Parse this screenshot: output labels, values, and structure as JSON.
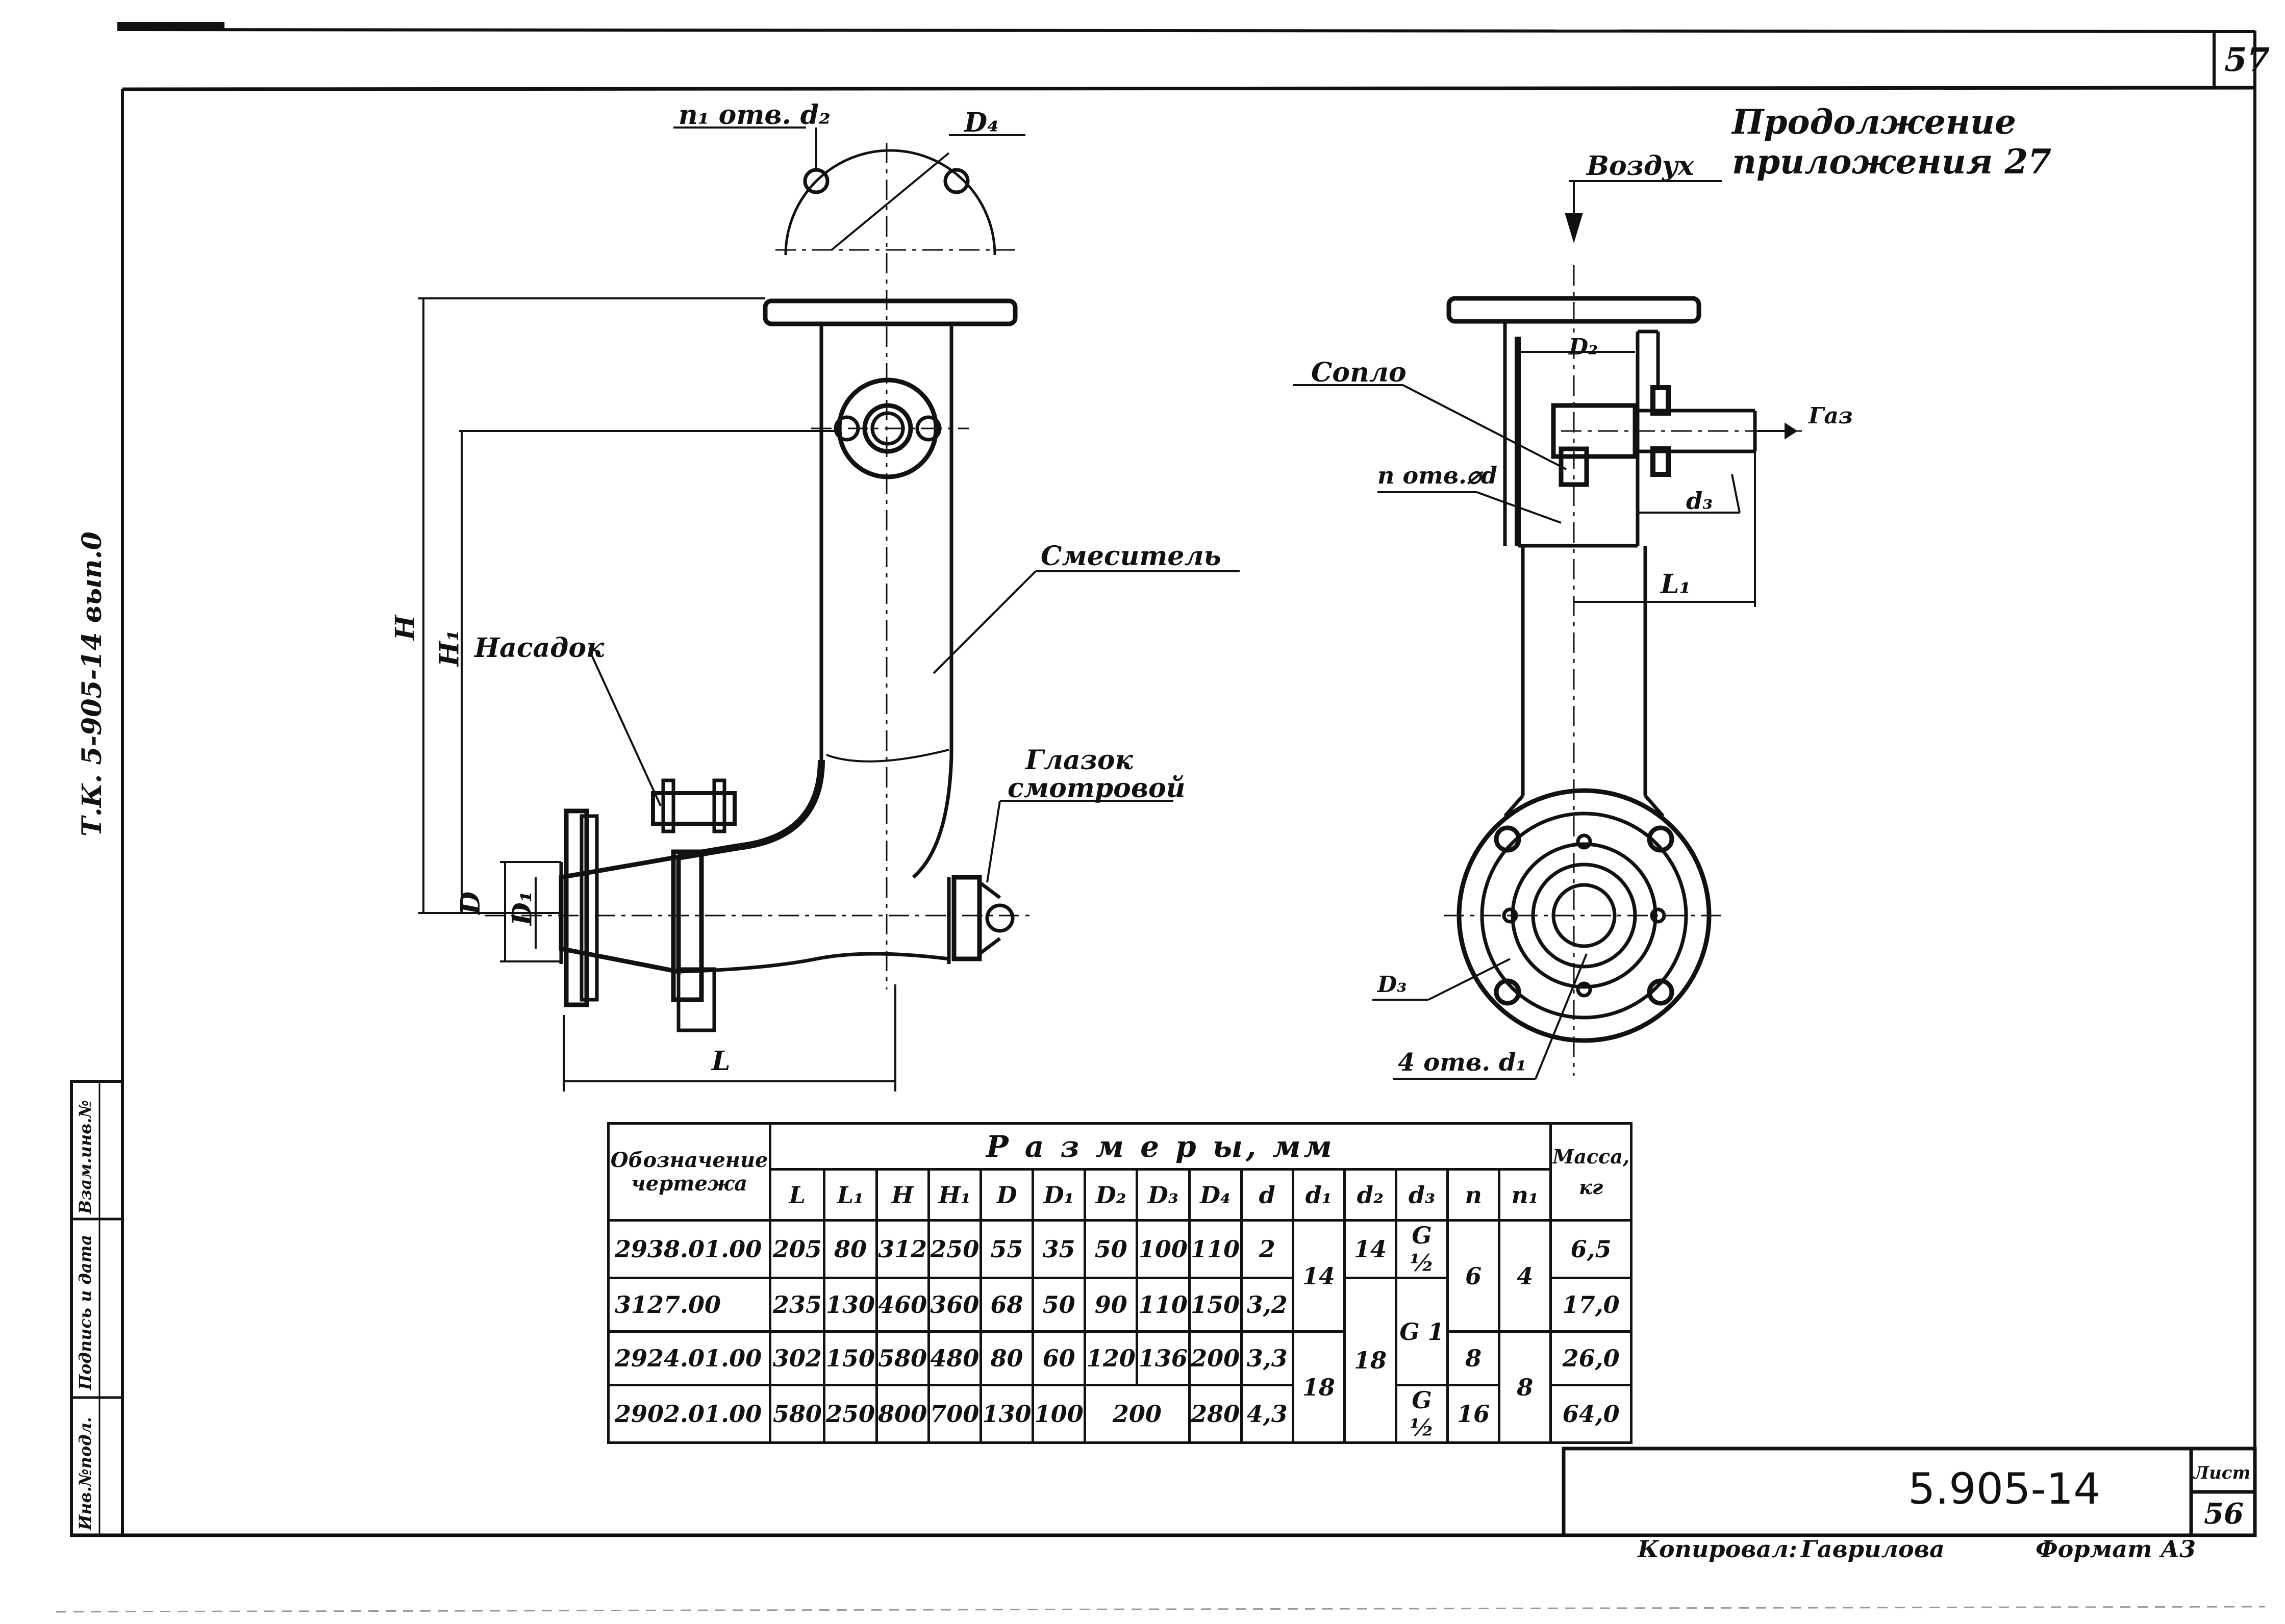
{
  "header": {
    "top_sheet": "57",
    "title": "Продолжение приложения 27"
  },
  "margin_text": "Т.К. 5-905-14  вып.0",
  "side_stamp": [
    "Инв.№подл.",
    "Подпись и дата",
    "Взам.инв.№"
  ],
  "labels": {
    "n1_holes": "n₁ отв. d₂",
    "d4": "D₄",
    "h": "H",
    "h1": "H₁",
    "nozzle": "Насадок",
    "mixer": "Смеситель",
    "sight_glass_1": "Глазок",
    "sight_glass_2": "смотровой",
    "d_small": "D",
    "d1": "D₁",
    "l": "L",
    "air": "Воздух",
    "d2": "D₂",
    "soplo": "Сопло",
    "gas": "Газ",
    "n_holes_d": "n отв.⌀d",
    "d3_thread": "d₃",
    "l1": "L₁",
    "d3_dim": "D₃",
    "four_holes": "4 отв. d₁"
  },
  "table": {
    "col_designation_1": "Обозначение",
    "col_designation_2": "чертежа",
    "group_header": "Р а з м е р ы,    мм",
    "mass_header": "Масса,",
    "mass_unit": "кг",
    "columns": [
      "L",
      "L₁",
      "H",
      "H₁",
      "D",
      "D₁",
      "D₂",
      "D₃",
      "D₄",
      "d",
      "d₁",
      "d₂",
      "d₃",
      "n",
      "n₁"
    ],
    "rows": [
      {
        "designation": "2938.01.00",
        "L": "205",
        "L1": "80",
        "H": "312",
        "H1": "250",
        "D": "55",
        "D1": "35",
        "D2": "50",
        "D3": "100",
        "D4": "110",
        "d": "2",
        "mass": "6,5"
      },
      {
        "designation": "3127.00",
        "L": "235",
        "L1": "130",
        "H": "460",
        "H1": "360",
        "D": "68",
        "D1": "50",
        "D2": "90",
        "D3": "110",
        "D4": "150",
        "d": "3,2",
        "mass": "17,0"
      },
      {
        "designation": "2924.01.00",
        "L": "302",
        "L1": "150",
        "H": "580",
        "H1": "480",
        "D": "80",
        "D1": "60",
        "D2": "120",
        "D3": "136",
        "D4": "200",
        "d": "3,3",
        "mass": "26,0"
      },
      {
        "designation": "2902.01.00",
        "L": "580",
        "L1": "250",
        "H": "800",
        "H1": "700",
        "D": "130",
        "D1": "100",
        "D2D3": "200",
        "D4": "280",
        "d": "4,3",
        "mass": "64,0"
      }
    ],
    "merged": {
      "d1_a": "14",
      "d1_b": "18",
      "d2_a": "14",
      "d2_b": "18",
      "d3_a": "G ½",
      "d3_b": "G 1",
      "d3_c": "G ½",
      "n_a": "6",
      "n_b": "8",
      "n_c": "16",
      "n1_a": "4",
      "n1_b": "8"
    }
  },
  "title_block": {
    "code": "5.905-14",
    "sheet_label": "Лист",
    "sheet_num": "56"
  },
  "footer": {
    "copied": "Копировал:",
    "copier": "Гаврилова",
    "format": "Формат А3"
  }
}
